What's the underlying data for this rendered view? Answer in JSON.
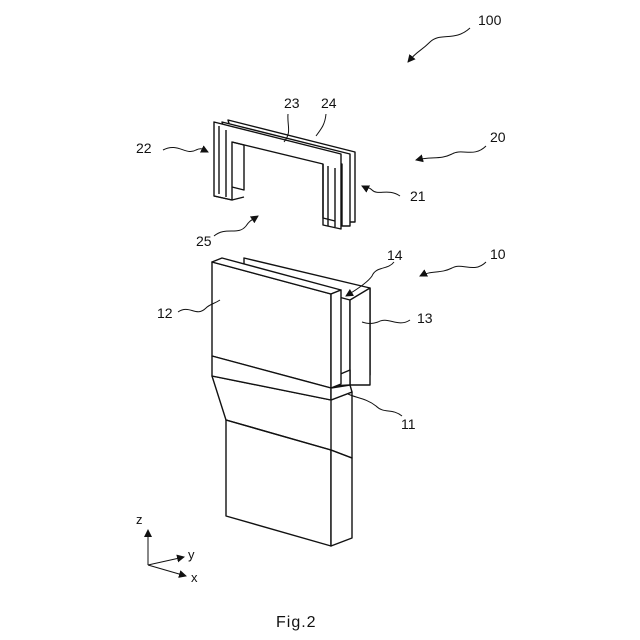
{
  "figure": {
    "caption": "Fig.2",
    "labels": {
      "assembly": "100",
      "part_20": "20",
      "part_10": "10",
      "ref_21": "21",
      "ref_22": "22",
      "ref_23": "23",
      "ref_24": "24",
      "ref_25": "25",
      "ref_11": "11",
      "ref_12": "12",
      "ref_13": "13",
      "ref_14": "14"
    },
    "axes": {
      "z": "z",
      "y": "y",
      "x": "x"
    }
  }
}
